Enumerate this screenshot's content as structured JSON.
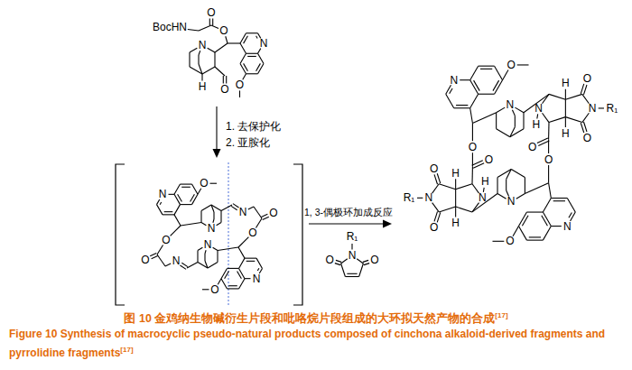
{
  "diagram": {
    "caption": "图 10 金鸡纳生物碱衍生片段和吡咯烷片段组成的大环拟天然产物的合成",
    "labels": [
      "BocHN",
      "O",
      "O",
      "N",
      "N",
      "O",
      "H",
      "O",
      "1. 去保护化",
      "2. 亚胺化",
      "N",
      "O",
      "N",
      "N",
      "O",
      "O",
      "N",
      "O",
      "N",
      "N",
      "O",
      "O",
      "1, 3-偶极环加成反应",
      "N",
      "R₁",
      "O",
      "O",
      "N",
      "O",
      "N",
      "N",
      "H",
      "H",
      "H",
      "O",
      "N",
      "R₁",
      "O",
      "O",
      "O",
      "N",
      "O",
      "N",
      "N",
      "H",
      "H",
      "H",
      "O",
      "N",
      "R₁",
      "O",
      "O",
      "O",
      "[17]",
      "Figure 10 Synthesis of macrocyclic pseudo-natural products composed of cinchona alkaloid-derived fragments and pyrrolidine fragments",
      "[17]"
    ]
  }
}
